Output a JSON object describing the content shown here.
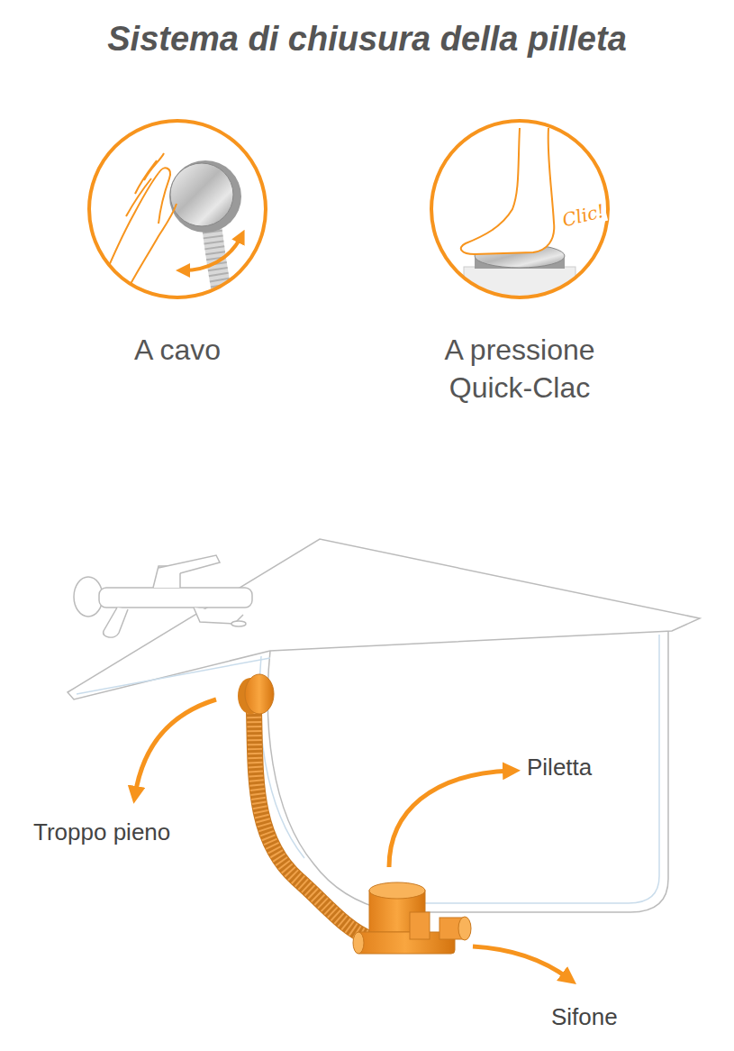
{
  "diagram": {
    "title": "Sistema di chiusura della pilleta",
    "nodes": [
      {
        "text": [
          "A cavo"
        ]
      },
      {
        "text": [
          "Clic!",
          "A pressione Quick-Clac"
        ]
      }
    ],
    "labels": [
      "Troppo pieno",
      "Piletta",
      "Sifone"
    ]
  }
}
